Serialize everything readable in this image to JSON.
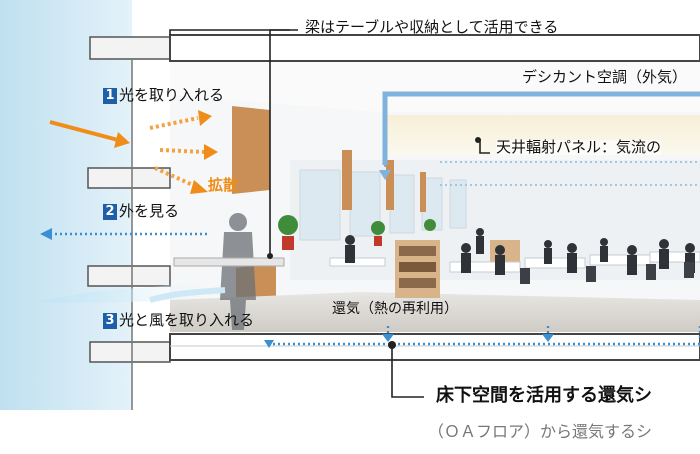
{
  "labels": {
    "beam": "梁はテーブルや収納として活用できる",
    "desiccant": "デシカント空調（外気）",
    "ceiling_panel": "天井輻射パネル：気流の",
    "light_in": "光を取り入れる",
    "diffuse": "拡散",
    "look_out": "外を見る",
    "light_wind": "光と風を取り入れる",
    "return_air": "還気（熱の再利用）",
    "underfloor_title": "床下空間を活用する還気シ",
    "underfloor_sub": "（ＯＡフロア）から還気するシ"
  },
  "steps": {
    "one": "1",
    "two": "2",
    "three": "3"
  },
  "colors": {
    "accent_blue": "#1f5fa8",
    "arrow_orange": "#f08c18",
    "duct_blue": "#7fb2dc",
    "glass": "#cfe6f3"
  }
}
